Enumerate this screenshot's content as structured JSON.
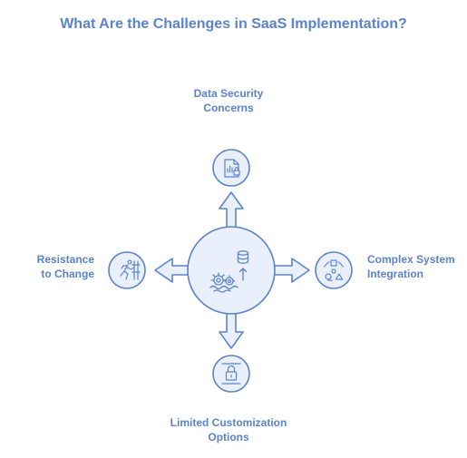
{
  "title": "What Are the Challenges in SaaS Implementation?",
  "challenges": {
    "top": {
      "line1": "Data Security",
      "line2": "Concerns",
      "icon": "secure-document-icon"
    },
    "right": {
      "line1": "Complex System",
      "line2": "Integration",
      "icon": "network-nodes-icon"
    },
    "bottom": {
      "line1": "Limited Customization",
      "line2": "Options",
      "icon": "locked-icon"
    },
    "left": {
      "line1": "Resistance",
      "line2": "to Change",
      "icon": "running-person-icon"
    }
  },
  "center": {
    "icon": "saas-gears-database-icon"
  },
  "colors": {
    "primary": "#5b83cc",
    "fill": "#eaf0fb"
  }
}
